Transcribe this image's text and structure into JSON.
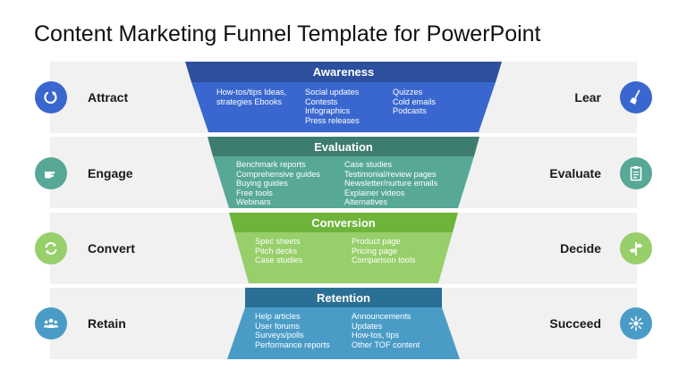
{
  "title": "Content Marketing Funnel Template for PowerPoint",
  "colors": {
    "awareness_header": "#2c4f9e",
    "awareness_body": "#3a67cf",
    "evaluation_header": "#3d7d6f",
    "evaluation_body": "#57a896",
    "conversion_header": "#6eb43a",
    "conversion_body": "#97cf6a",
    "retention_header": "#2a6f94",
    "retention_body": "#4a9cc7",
    "band": "#f1f1f1"
  },
  "stages": [
    {
      "name": "Awareness",
      "left_label": "Attract",
      "left_icon": "refresh-arrow-icon",
      "right_label": "Lear",
      "right_icon": "broom-icon",
      "columns": [
        [
          "How-tos/tips Ideas,",
          "strategies Ebooks"
        ],
        [
          "Social updates",
          "Contests",
          "Infographics",
          "Press releases"
        ],
        [
          "Quizzes",
          "Cold emails",
          "Podcasts"
        ]
      ]
    },
    {
      "name": "Evaluation",
      "left_label": "Engage",
      "left_icon": "pointing-hand-icon",
      "right_label": "Evaluate",
      "right_icon": "clipboard-icon",
      "columns": [
        [
          "Benchmark reports",
          "Comprehensive guides",
          "Buying guides",
          "Free tools",
          "Webinars"
        ],
        [
          "Case studies",
          "Testimonial/review pages",
          "Newsletter/nurture emails",
          "Explainer videos",
          "Alternatives"
        ]
      ]
    },
    {
      "name": "Conversion",
      "left_label": "Convert",
      "left_icon": "cycle-arrows-icon",
      "right_label": "Decide",
      "right_icon": "signpost-icon",
      "columns": [
        [
          "Spec sheets",
          "Pitch decks",
          "Case studies"
        ],
        [
          "Product page",
          "Pricing page",
          "Comparison tools"
        ]
      ]
    },
    {
      "name": "Retention",
      "left_label": "Retain",
      "left_icon": "people-group-icon",
      "right_label": "Succeed",
      "right_icon": "sparkle-icon",
      "columns": [
        [
          "Help articles",
          "User forums",
          "Surveys/polls",
          "Performance reports"
        ],
        [
          "Announcements",
          "Updates",
          "How-tos, tips",
          "Other TOF content"
        ]
      ]
    }
  ]
}
